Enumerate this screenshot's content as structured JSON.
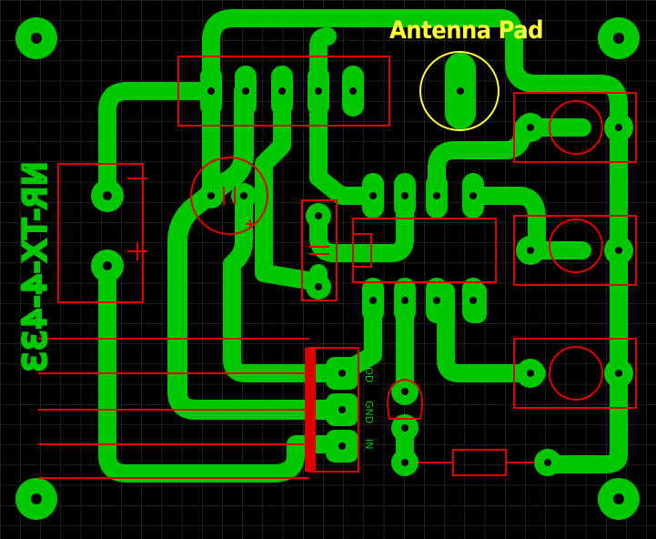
{
  "annotation": {
    "antenna_label": "Antenna Pad"
  },
  "silkscreen": {
    "board_name": "NR-TX-4-433",
    "connector_pins": [
      "IOD",
      "GND",
      "IN"
    ]
  },
  "colors": {
    "background": "#000000",
    "grid": "#3a3a3a",
    "copper": "#00c800",
    "silk": "#e00000",
    "highlight": "#ffff33",
    "drill": "#000000"
  }
}
